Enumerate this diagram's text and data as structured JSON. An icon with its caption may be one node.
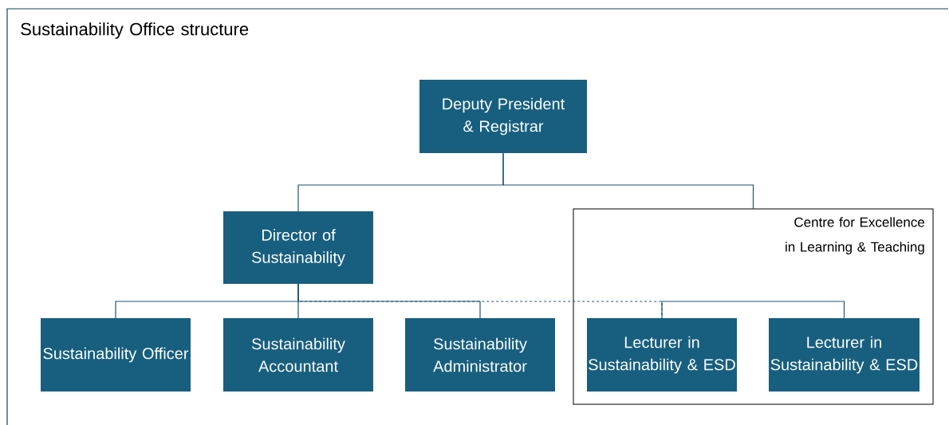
{
  "diagram": {
    "title": "Sustainability Office structure",
    "nodes": [
      {
        "text": [
          "Deputy President & Registrar"
        ]
      },
      {
        "text": [
          "Director of Sustainability"
        ]
      },
      {
        "text": [
          "Centre for Excellence in Learning & Teaching"
        ]
      },
      {
        "text": [
          "Sustainability Officer"
        ]
      },
      {
        "text": [
          "Sustainability Accountant"
        ]
      },
      {
        "text": [
          "Sustainability Administrator"
        ]
      },
      {
        "text": [
          "Lecturer in Sustainability & ESD"
        ],
        "in": 2
      },
      {
        "text": [
          "Lecturer in Sustainability & ESD"
        ],
        "in": 2
      }
    ],
    "edges": [
      {
        "from": 0,
        "to": 1,
        "arrow": "none"
      },
      {
        "from": 0,
        "to": 2,
        "arrow": "none"
      },
      {
        "from": 1,
        "to": 3,
        "arrow": "none"
      },
      {
        "from": 1,
        "to": 4,
        "arrow": "none"
      },
      {
        "from": 1,
        "to": 5,
        "arrow": "none"
      },
      {
        "from": 1,
        "to": 6,
        "arrow": "none",
        "style": "dashed"
      },
      {
        "from": 6,
        "to": 7,
        "arrow": "none"
      }
    ]
  }
}
